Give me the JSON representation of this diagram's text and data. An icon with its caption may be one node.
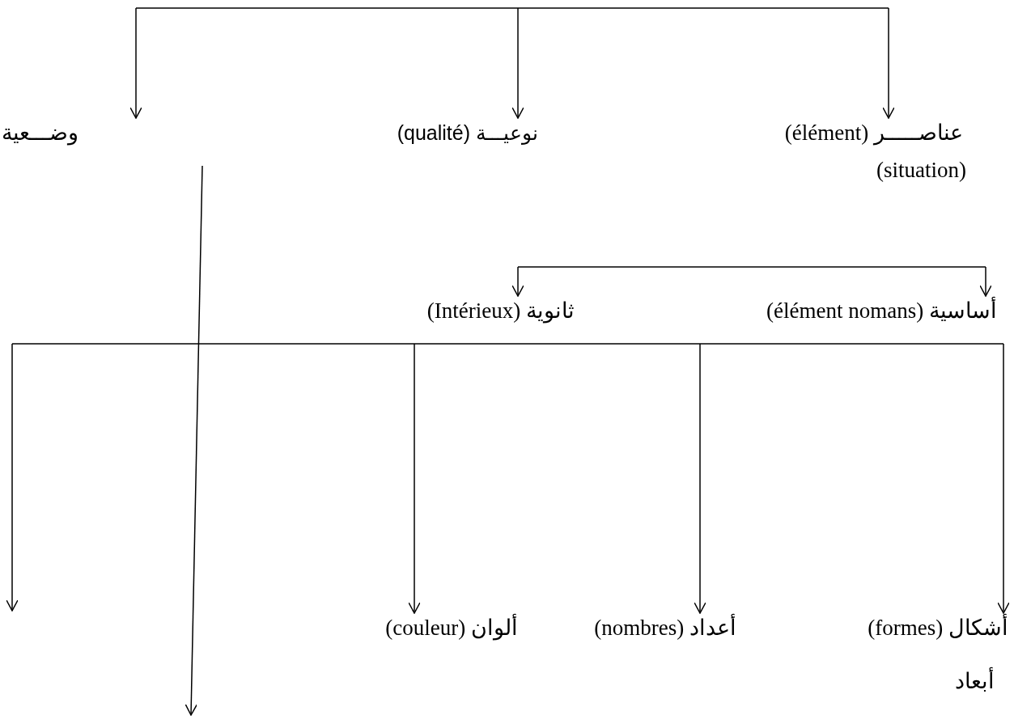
{
  "diagram": {
    "nodes": [
      {
        "text": [
          "عناصـــــر (élément)"
        ]
      },
      {
        "text": [
          "نوعيـــة (qualité)"
        ]
      },
      {
        "text": [
          "وضـــعية"
        ]
      },
      {
        "text": [
          "أساسية (élément nomans)"
        ]
      },
      {
        "text": [
          "ثانوية (Intérieux)"
        ]
      },
      {
        "text": [
          "أشكال (formes)"
        ]
      },
      {
        "text": [
          "أعداد (nombres)"
        ]
      },
      {
        "text": [
          "ألوان (couleur)"
        ]
      }
    ],
    "edges": [
      {
        "from": null,
        "to": 2,
        "arrow": "to"
      },
      {
        "from": null,
        "to": 1,
        "arrow": "to"
      },
      {
        "from": null,
        "to": 0,
        "arrow": "to"
      },
      {
        "from": null,
        "to": 4,
        "arrow": "to"
      },
      {
        "from": null,
        "to": 3,
        "arrow": "to"
      },
      {
        "from": null,
        "to": 7,
        "arrow": "to"
      },
      {
        "from": null,
        "to": 6,
        "arrow": "to"
      },
      {
        "from": null,
        "to": 5,
        "arrow": "to"
      }
    ],
    "labels": [
      "(situation)",
      "أبعاد"
    ]
  }
}
